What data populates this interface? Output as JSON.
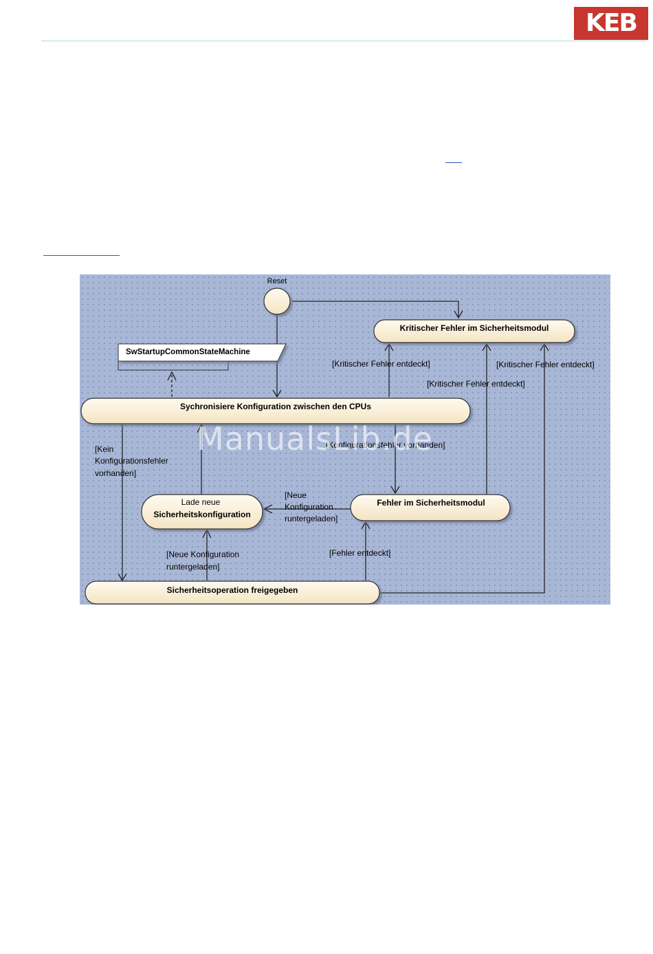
{
  "header": {
    "logo_text": "KEB",
    "logo_color": "#c7372f",
    "rule_color": "#b7d7dc"
  },
  "diagram": {
    "background": "#a9b7d6",
    "state_fill": "#fbf0d6",
    "initial_label": "Reset",
    "sub_machine": "SwStartupCommonStateMachine",
    "states": {
      "critical": "Kritischer Fehler im Sicherheitsmodul",
      "sync": "Sychronisiere Konfiguration zwischen den CPUs",
      "load_line1": "Lade neue",
      "load_line2": "Sicherheitskonfiguration",
      "error": "Fehler im Sicherheitsmodul",
      "operation": "Sicherheitsoperation freigegeben"
    },
    "guards": {
      "crit_from_sync": "[Kritischer Fehler entdeckt]",
      "crit_from_op": "[Kritischer Fehler entdeckt]",
      "crit_from_error": "[Kritischer Fehler entdeckt]",
      "config_error": "[Konfigurationsfehler vorhanden]",
      "no_error_1": "[Kein",
      "no_error_2": "Konfigurationsfehler",
      "no_error_3": "vorhanden]",
      "new_from_error_1": "[Neue",
      "new_from_error_2": "Konfiguration",
      "new_from_error_3": "runtergeladen]",
      "new_from_op_1": "[Neue Konfiguration",
      "new_from_op_2": "runtergeladen]",
      "error_detected": "[Fehler entdeckt]"
    },
    "watermark": "ManualsLib.de"
  }
}
